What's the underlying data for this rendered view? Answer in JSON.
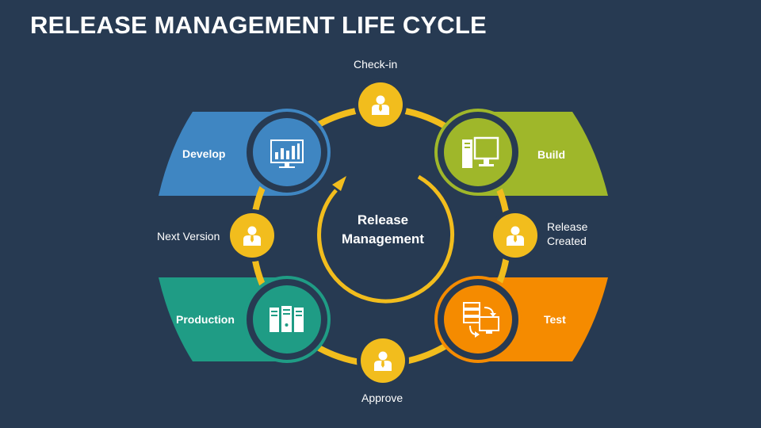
{
  "title": "RELEASE MANAGEMENT LIFE CYCLE",
  "center": {
    "line1": "Release",
    "line2": "Management"
  },
  "stages": {
    "develop": "Develop",
    "build": "Build",
    "test": "Test",
    "production": "Production"
  },
  "steps": {
    "checkin": "Check-in",
    "release_line1": "Release",
    "release_line2": "Created",
    "approve": "Approve",
    "next_version": "Next Version"
  },
  "colors": {
    "background": "#273a52",
    "ring": "#f2bd1d",
    "develop": "#3f86c2",
    "build": "#9fb72a",
    "test": "#f58b00",
    "production": "#1f9c85"
  },
  "icons": {
    "develop": "monitor-chart-icon",
    "build": "desktop-computer-icon",
    "test": "server-sync-icon",
    "production": "server-rack-icon",
    "steps": "user-icon"
  }
}
